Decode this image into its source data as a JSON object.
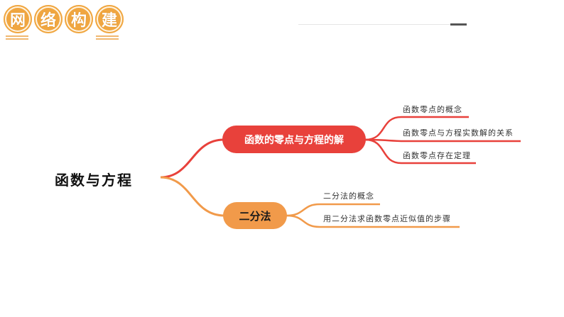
{
  "header": {
    "badge_chars": [
      "网",
      "络",
      "构",
      "建"
    ],
    "badge_color": "#f0a640"
  },
  "mindmap": {
    "root": "函数与方程",
    "branches": [
      {
        "label": "函数的零点与方程的解",
        "color": "#e8413b",
        "children": [
          "函数零点的概念",
          "函数零点与方程实数解的关系",
          "函数零点存在定理"
        ]
      },
      {
        "label": "二分法",
        "color": "#f19a4a",
        "children": [
          "二分法的概念",
          "用二分法求函数零点近似值的步骤"
        ]
      }
    ]
  }
}
